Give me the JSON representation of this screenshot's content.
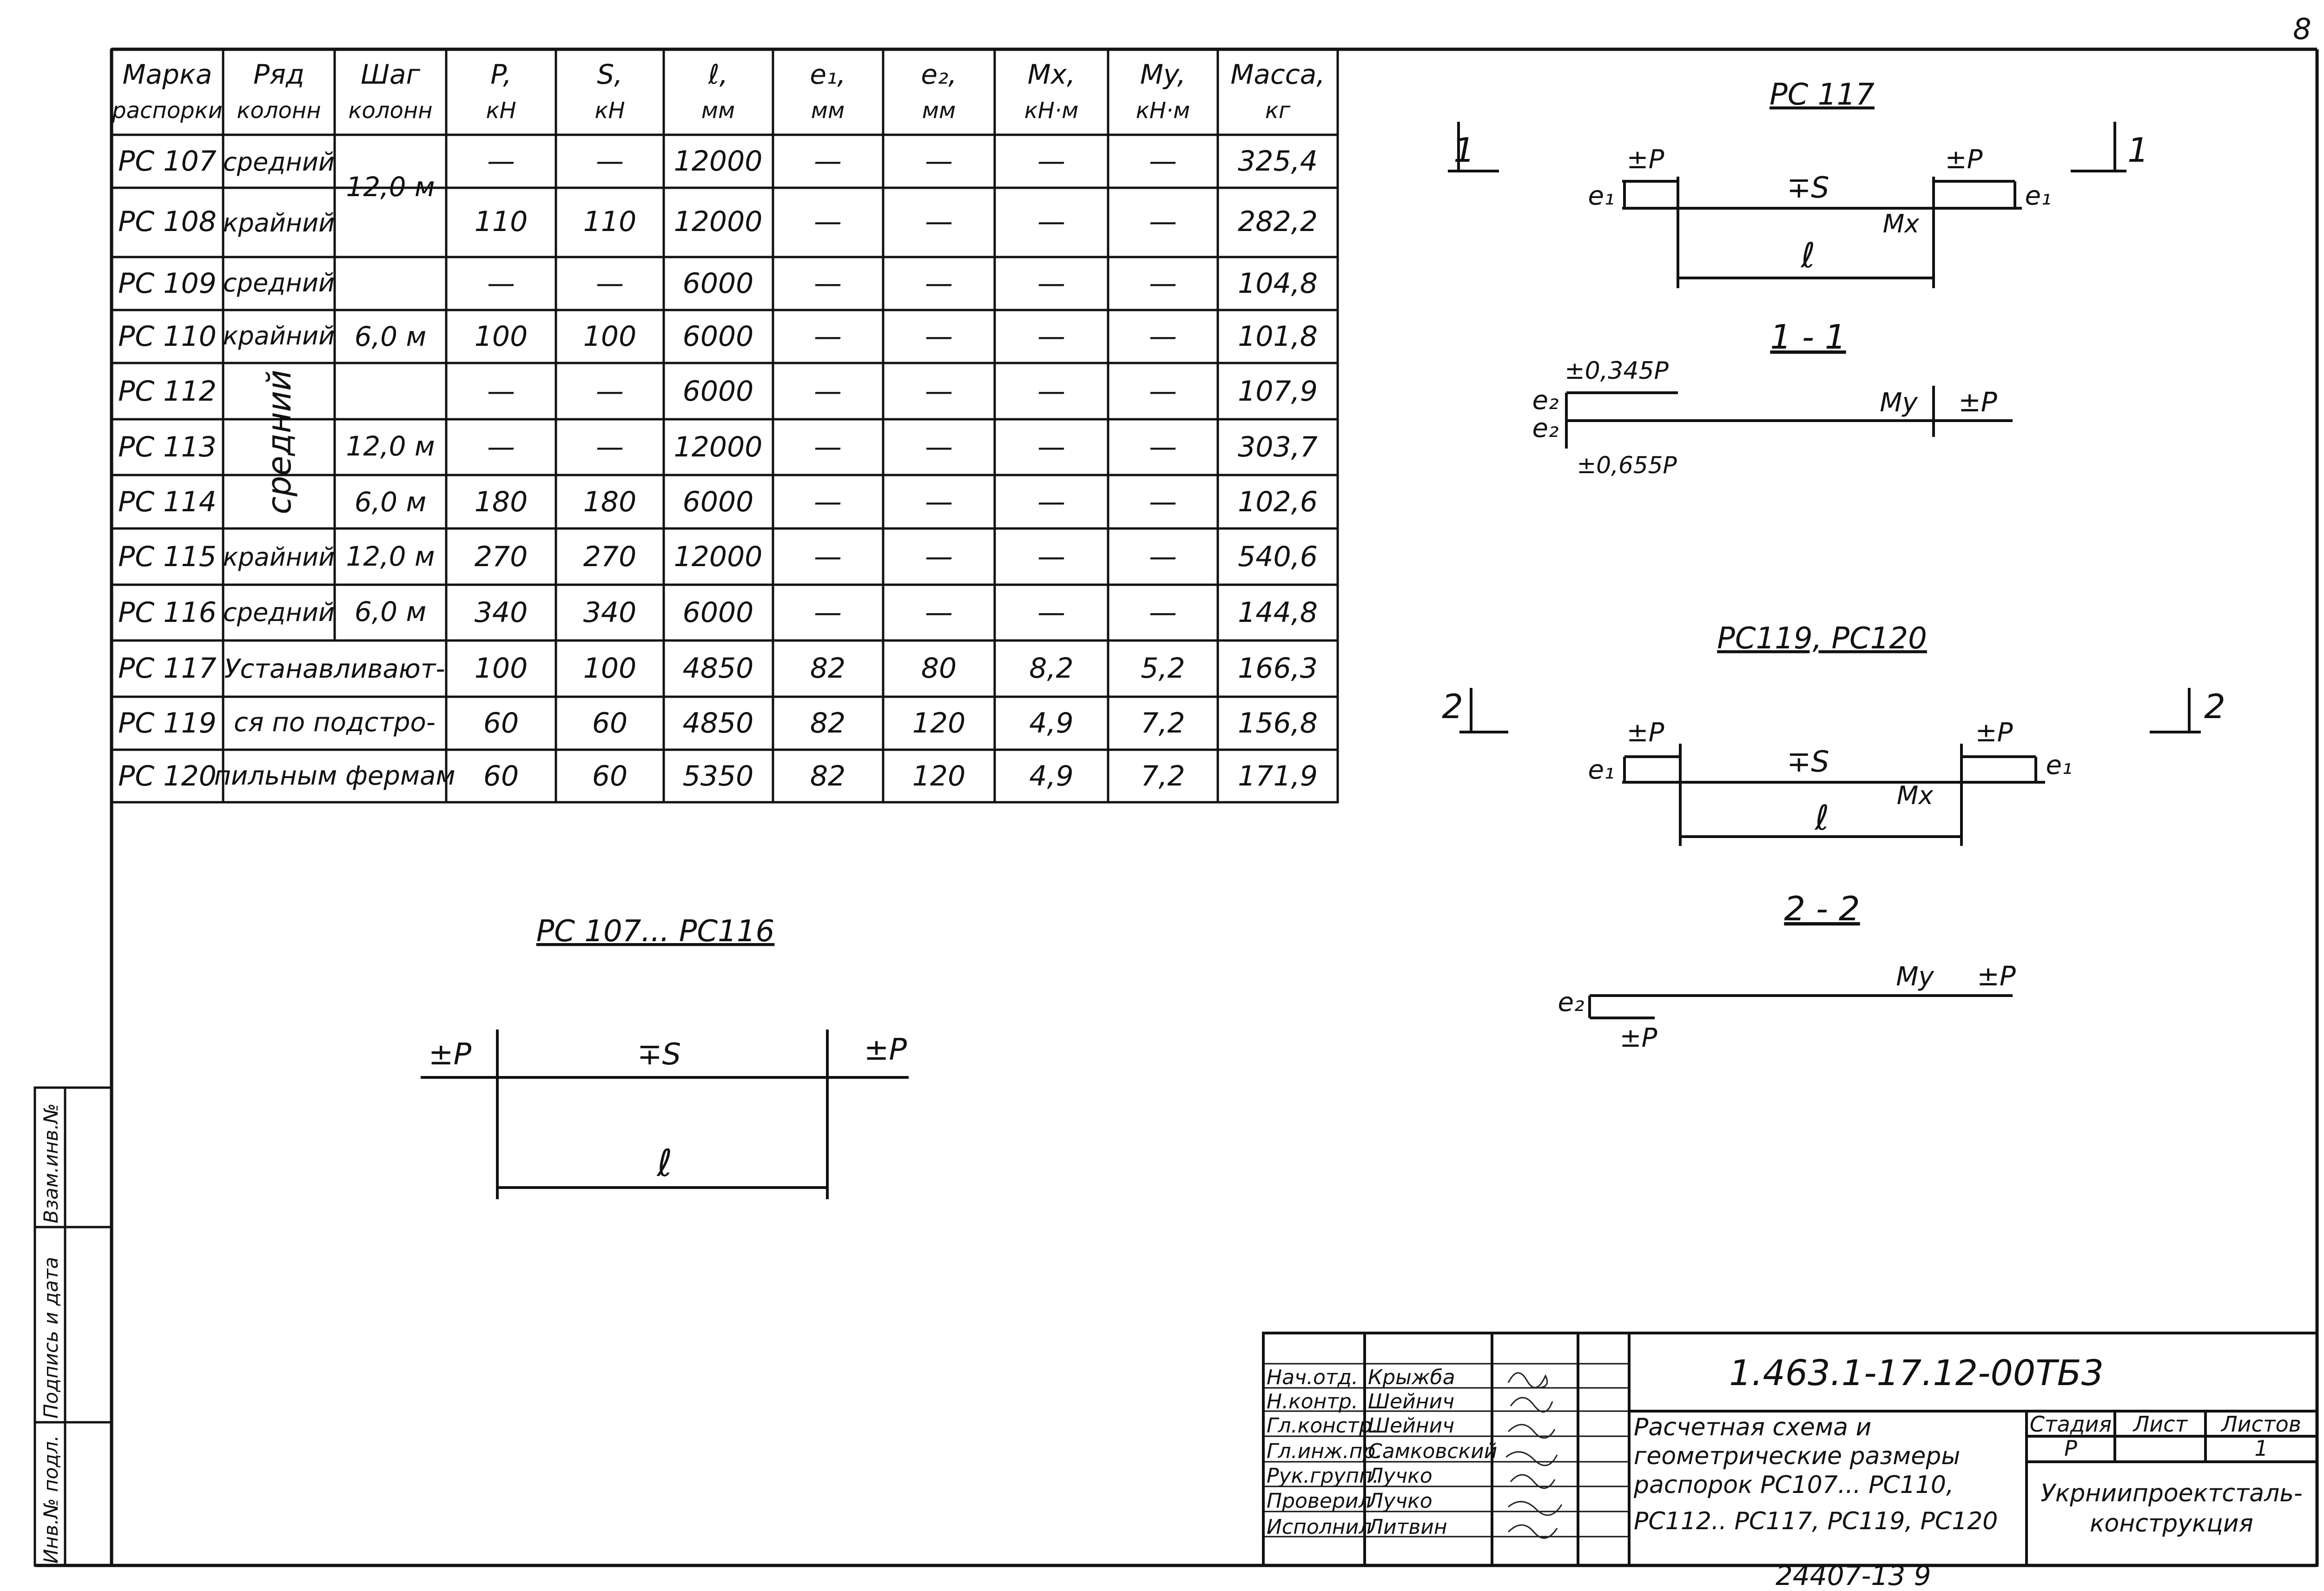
{
  "page_number": "8",
  "table": {
    "headers": [
      [
        "Марка",
        "распорки"
      ],
      [
        "Ряд",
        "колонн"
      ],
      [
        "Шаг",
        "колонн"
      ],
      [
        "P,",
        "кН"
      ],
      [
        "S,",
        "кН"
      ],
      [
        "ℓ,",
        "мм"
      ],
      [
        "e₁,",
        "мм"
      ],
      [
        "e₂,",
        "мм"
      ],
      [
        "Mx,",
        "кН·м"
      ],
      [
        "My,",
        "кН·м"
      ],
      [
        "Масса,",
        "кг"
      ]
    ],
    "rows": [
      [
        "РС 107",
        "—",
        "—",
        "12000",
        "—",
        "—",
        "—",
        "—",
        "325,4"
      ],
      [
        "РС 108",
        "110",
        "110",
        "12000",
        "—",
        "—",
        "—",
        "—",
        "282,2"
      ],
      [
        "РС 109",
        "—",
        "—",
        "6000",
        "—",
        "—",
        "—",
        "—",
        "104,8"
      ],
      [
        "РС 110",
        "100",
        "100",
        "6000",
        "—",
        "—",
        "—",
        "—",
        "101,8"
      ],
      [
        "РС 112",
        "—",
        "—",
        "6000",
        "—",
        "—",
        "—",
        "—",
        "107,9"
      ],
      [
        "РС 113",
        "—",
        "—",
        "12000",
        "—",
        "—",
        "—",
        "—",
        "303,7"
      ],
      [
        "РС 114",
        "180",
        "180",
        "6000",
        "—",
        "—",
        "—",
        "—",
        "102,6"
      ],
      [
        "РС 115",
        "270",
        "270",
        "12000",
        "—",
        "—",
        "—",
        "—",
        "540,6"
      ],
      [
        "РС 116",
        "340",
        "340",
        "6000",
        "—",
        "—",
        "—",
        "—",
        "144,8"
      ],
      [
        "РС 117",
        "100",
        "100",
        "4850",
        "82",
        "80",
        "8,2",
        "5,2",
        "166,3"
      ],
      [
        "РС 119",
        "60",
        "60",
        "4850",
        "82",
        "120",
        "4,9",
        "7,2",
        "156,8"
      ],
      [
        "РС 120",
        "60",
        "60",
        "5350",
        "82",
        "120",
        "4,9",
        "7,2",
        "171,9"
      ]
    ],
    "row_col": {
      "srednij": "средний",
      "krajnij": "крайний",
      "srednij_vertical": "средний",
      "install_1": "Устанавливают-",
      "install_2": "ся по подстро-",
      "install_3": "пильным фермам"
    },
    "step_col": {
      "s12": "12,0 м",
      "s6": "6,0 м"
    }
  },
  "diagrams": {
    "pc107_title": "РС 107... РС116",
    "pc117_title": "РС 117",
    "pc119_title": "РС119, РС120",
    "sec11": "1 - 1",
    "sec22": "2 - 2",
    "mark1": "1",
    "mark2": "2",
    "labels": {
      "pm_p": "±P",
      "mp_s": "∓S",
      "l": "ℓ",
      "e1": "e₁",
      "e2": "e₂",
      "mx": "Mx",
      "my": "My",
      "p0345": "±0,345P",
      "p0655": "±0,655P"
    }
  },
  "stamp": {
    "rows": [
      [
        "Нач.отд.",
        "Крыжба"
      ],
      [
        "Н.контр.",
        "Шейнич"
      ],
      [
        "Гл.констр.",
        "Шейнич"
      ],
      [
        "Гл.инж.пр.",
        "Самковский"
      ],
      [
        "Рук.групп.",
        "Лучко"
      ],
      [
        "Проверил",
        "Лучко"
      ],
      [
        "Исполнил",
        "Литвин"
      ]
    ],
    "doc_code": "1.463.1-17.12-00ТБ3",
    "title_lines": [
      "Расчетная схема и",
      "геометрические размеры",
      "распорок РС107... РС110,",
      "РС112.. РС117, РС119, РС120"
    ],
    "stage_header": "Стадия",
    "sheet_header": "Лист",
    "sheets_header": "Листов",
    "stage_value": "Р",
    "sheets_value": "1",
    "organization_lines": [
      "Укрниипроектсталь-",
      "конструкция"
    ]
  },
  "side_stamp": [
    "Инв.№ подл.",
    "Подпись и дата",
    "Взам.инв.№"
  ],
  "footer_code": "24407-13   9"
}
